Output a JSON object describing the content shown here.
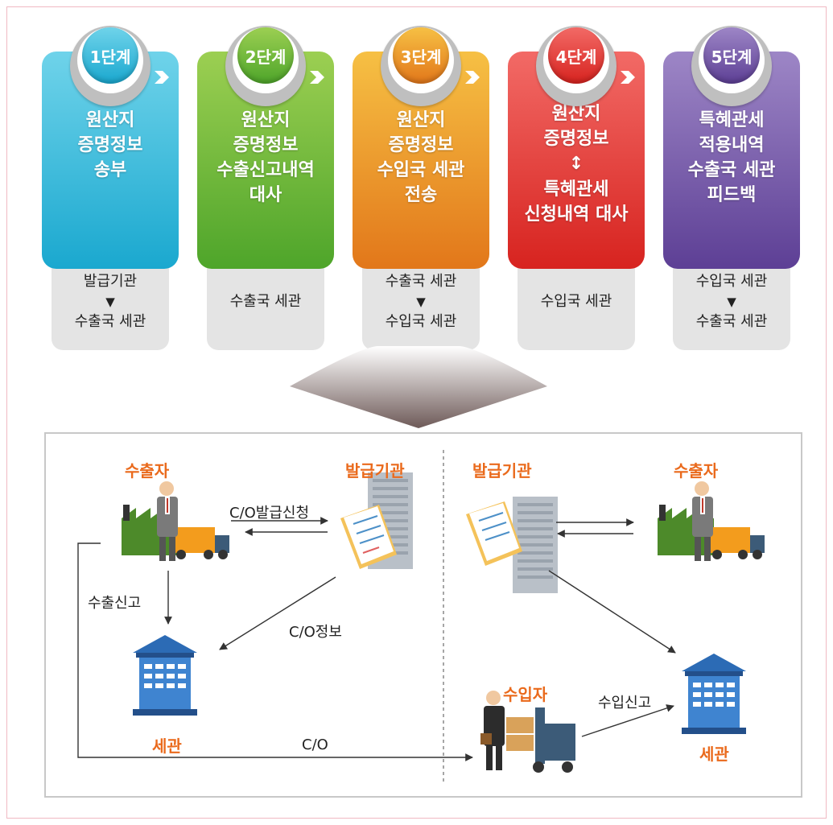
{
  "steps": [
    {
      "badge": "1단계",
      "lines": [
        "원산지",
        "증명정보",
        "송부"
      ],
      "role": [
        "발급기관",
        "▼",
        "수출국 세관"
      ],
      "color": "#1aa8cf"
    },
    {
      "badge": "2단계",
      "lines": [
        "원산지",
        "증명정보",
        "수출신고내역",
        "대사"
      ],
      "role": [
        "수출국 세관"
      ],
      "color": "#4ea52a"
    },
    {
      "badge": "3단계",
      "lines": [
        "원산지",
        "증명정보",
        "수입국 세관",
        "전송"
      ],
      "role": [
        "수출국 세관",
        "▼",
        "수입국 세관"
      ],
      "color": "#e2771a"
    },
    {
      "badge": "4단계",
      "lines_top": [
        "원산지",
        "증명정보"
      ],
      "arrow": "↕",
      "lines_bottom": [
        "특혜관세",
        "신청내역 대사"
      ],
      "role": [
        "수입국 세관"
      ],
      "color": "#d7231f"
    },
    {
      "badge": "5단계",
      "lines": [
        "특혜관세",
        "적용내역",
        "수출국 세관",
        "피드백"
      ],
      "role": [
        "수입국 세관",
        "▼",
        "수출국 세관"
      ],
      "color": "#5d3f95"
    }
  ],
  "flow": {
    "left": {
      "exporter": "수출자",
      "issuer": "발급기관",
      "customs": "세관",
      "co_request": "C/O발급신청",
      "export_declaration": "수출신고",
      "co_info": "C/O정보",
      "co": "C/O"
    },
    "right": {
      "issuer": "발급기관",
      "exporter": "수출자",
      "importer": "수입자",
      "import_declaration": "수입신고",
      "customs": "세관"
    }
  },
  "colors": {
    "accent_orange": "#ea6a1c",
    "panel_border": "#c8c8c8",
    "frame_border": "#f0b9c2"
  }
}
